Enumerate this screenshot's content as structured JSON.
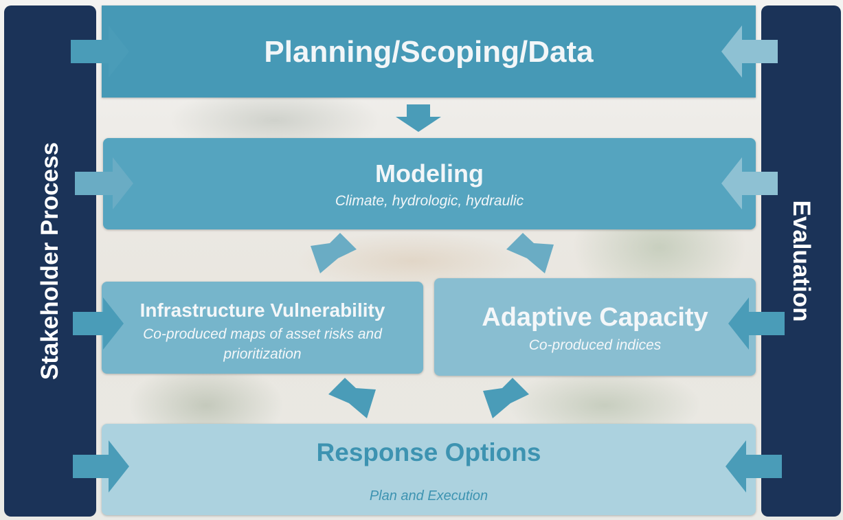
{
  "sidebar_left": {
    "label": "Stakeholder Process"
  },
  "sidebar_right": {
    "label": "Evaluation"
  },
  "boxes": {
    "planning": {
      "title": "Planning/Scoping/Data"
    },
    "modeling": {
      "title": "Modeling",
      "subtitle": "Climate, hydrologic, hydraulic"
    },
    "vulnerability": {
      "title": "Infrastructure Vulnerability",
      "subtitle": "Co-produced maps of asset risks and prioritization"
    },
    "adaptive": {
      "title": "Adaptive Capacity",
      "subtitle": "Co-produced indices"
    },
    "response": {
      "title": "Response Options",
      "subtitle": "Plan and Execution"
    }
  },
  "colors": {
    "sidebar": "#1b3358",
    "planning": "#4699b6",
    "modeling": "#55a4bf",
    "vulnerability": "#76b5cb",
    "adaptive": "#89bed1",
    "response": "#acd2df",
    "arrow": "#4a9cb8"
  }
}
